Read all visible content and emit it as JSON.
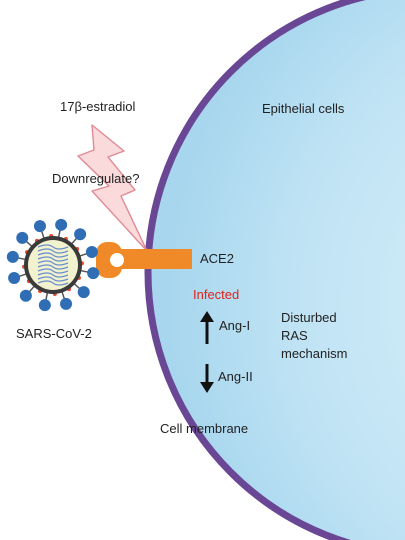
{
  "diagram": {
    "labels": {
      "estradiol": "17β-estradiol",
      "downregulate": "Downregulate?",
      "epithelial_cells": "Epithelial cells",
      "ace2": "ACE2",
      "infected": "Infected",
      "virus": "SARS-CoV-2",
      "ang1": "Ang-I",
      "ang2": "Ang-II",
      "disturbed": [
        "Disturbed",
        "RAS",
        "mechanism"
      ],
      "cell_membrane": "Cell membrane"
    },
    "colors": {
      "cell_fill": "#bfe3f4",
      "membrane": "#6a4795",
      "receptor": "#f08a28",
      "lightning_fill": "#fadada",
      "lightning_stroke": "#e08a96",
      "virus_spike": "#2f6db4",
      "virus_body": "#f2f2cf",
      "virus_rna": "#6a8fcf",
      "infected_text": "#e0221b",
      "arrow": "#111111"
    },
    "icons": [
      "lightning-bolt-icon",
      "virus-icon",
      "arrow-up-icon",
      "arrow-down-icon"
    ]
  }
}
